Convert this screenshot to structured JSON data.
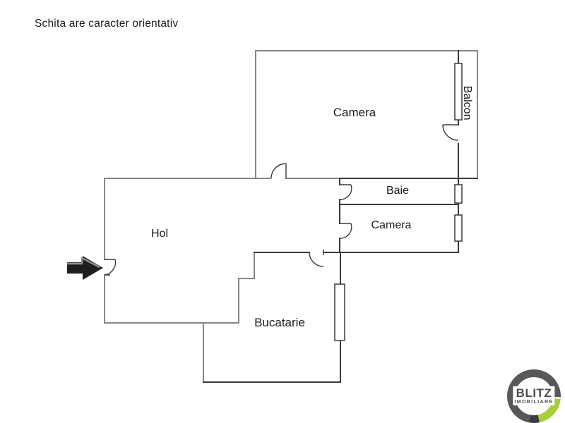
{
  "title": "Schita are caracter orientativ",
  "rooms": {
    "camera_top": "Camera",
    "balcon": "Balcon",
    "baie": "Baie",
    "camera_small": "Camera",
    "hol": "Hol",
    "bucatarie": "Bucatarie"
  },
  "logo": {
    "line1": "BLITZ",
    "line2": "IMOBILIARE"
  },
  "colors": {
    "text": "#1a1a1a",
    "wall_light": "#868686",
    "wall_dark": "#3a3a3a",
    "logo_ring_gray": "#58585a",
    "logo_green": "#a6ce38",
    "arrow_black": "#1f1f1f",
    "arrow_highlight": "#8f8f8f"
  }
}
